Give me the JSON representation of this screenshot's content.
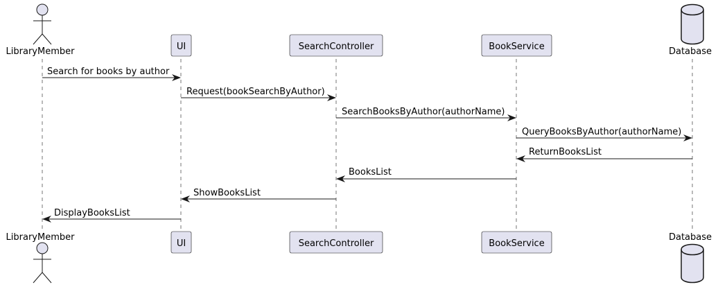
{
  "participants": {
    "library_member": "LibraryMember",
    "ui": "UI",
    "search_controller": "SearchController",
    "book_service": "BookService",
    "database": "Database"
  },
  "messages": [
    {
      "label": "Search for books by author",
      "from": "LibraryMember",
      "to": "UI"
    },
    {
      "label": "Request(bookSearchByAuthor)",
      "from": "UI",
      "to": "SearchController"
    },
    {
      "label": "SearchBooksByAuthor(authorName)",
      "from": "SearchController",
      "to": "BookService"
    },
    {
      "label": "QueryBooksByAuthor(authorName)",
      "from": "BookService",
      "to": "Database"
    },
    {
      "label": "ReturnBooksList",
      "from": "Database",
      "to": "BookService"
    },
    {
      "label": "BooksList",
      "from": "BookService",
      "to": "SearchController"
    },
    {
      "label": "ShowBooksList",
      "from": "SearchController",
      "to": "UI"
    },
    {
      "label": "DisplayBooksList",
      "from": "UI",
      "to": "LibraryMember"
    }
  ],
  "colors": {
    "participant_fill": "#E2E2F0",
    "line": "#181818"
  }
}
